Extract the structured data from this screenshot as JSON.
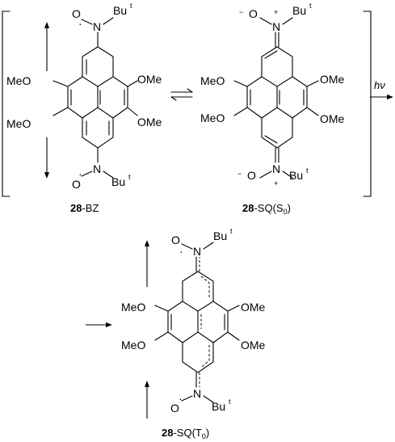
{
  "labels": {
    "ome": "OMe",
    "meo": "MeO",
    "n": "N",
    "o": "O",
    "bu": "Bu",
    "t": "t",
    "minus": "−",
    "plus": "+",
    "dot": "·"
  },
  "captions": {
    "compound": "28",
    "bz": "-BZ",
    "sq": "-SQ(S",
    "tq": "-SQ(T",
    "sub0": "0",
    "close": ")"
  },
  "hv": "hν"
}
